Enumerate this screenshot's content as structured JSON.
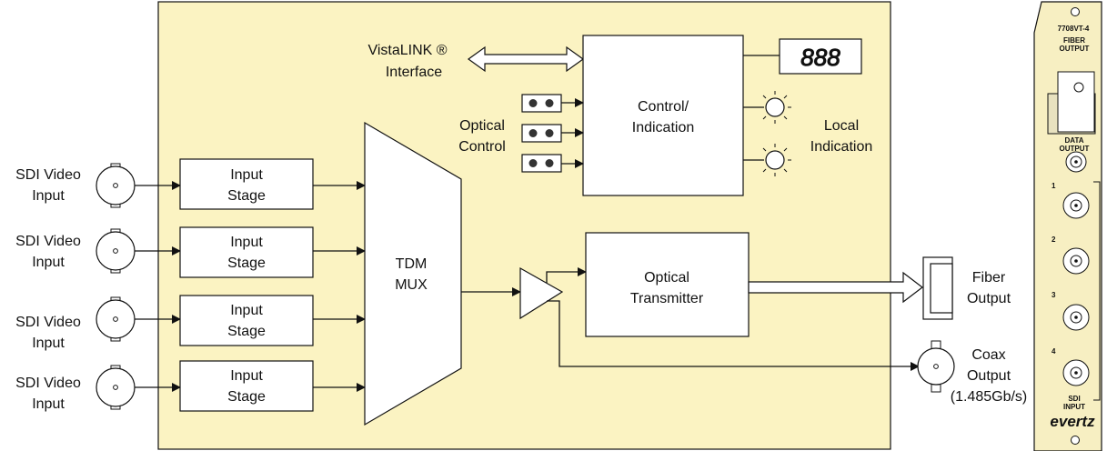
{
  "inputs": [
    {
      "label_l1": "SDI Video",
      "label_l2": "Input",
      "stage_l1": "Input",
      "stage_l2": "Stage"
    },
    {
      "label_l1": "SDI Video",
      "label_l2": "Input",
      "stage_l1": "Input",
      "stage_l2": "Stage"
    },
    {
      "label_l1": "SDI Video",
      "label_l2": "Input",
      "stage_l1": "Input",
      "stage_l2": "Stage"
    },
    {
      "label_l1": "SDI Video",
      "label_l2": "Input",
      "stage_l1": "Input",
      "stage_l2": "Stage"
    }
  ],
  "mux": {
    "l1": "TDM",
    "l2": "MUX"
  },
  "vistalink": {
    "l1": "VistaLINK ®",
    "l2": "Interface"
  },
  "control": {
    "l1": "Control/",
    "l2": "Indication"
  },
  "display": {
    "text": "888"
  },
  "optical_control": {
    "l1": "Optical",
    "l2": "Control"
  },
  "local_indication": {
    "l1": "Local",
    "l2": "Indication"
  },
  "transmitter": {
    "l1": "Optical",
    "l2": "Transmitter"
  },
  "fiber_output": {
    "l1": "Fiber",
    "l2": "Output"
  },
  "coax_output": {
    "l1": "Coax",
    "l2": "Output",
    "l3": "(1.485Gb/s)"
  },
  "panel": {
    "model": "7708VT-4",
    "fiber_l1": "FIBER",
    "fiber_l2": "OUTPUT",
    "data_l1": "DATA",
    "data_l2": "OUTPUT",
    "num1": "1",
    "num2": "2",
    "num3": "3",
    "num4": "4",
    "sdi_l1": "SDI",
    "sdi_l2": "INPUT",
    "brand": "evertz"
  },
  "colors": {
    "board": "#fbf3c2",
    "stroke": "#111111",
    "panel": "#f7efc2"
  }
}
